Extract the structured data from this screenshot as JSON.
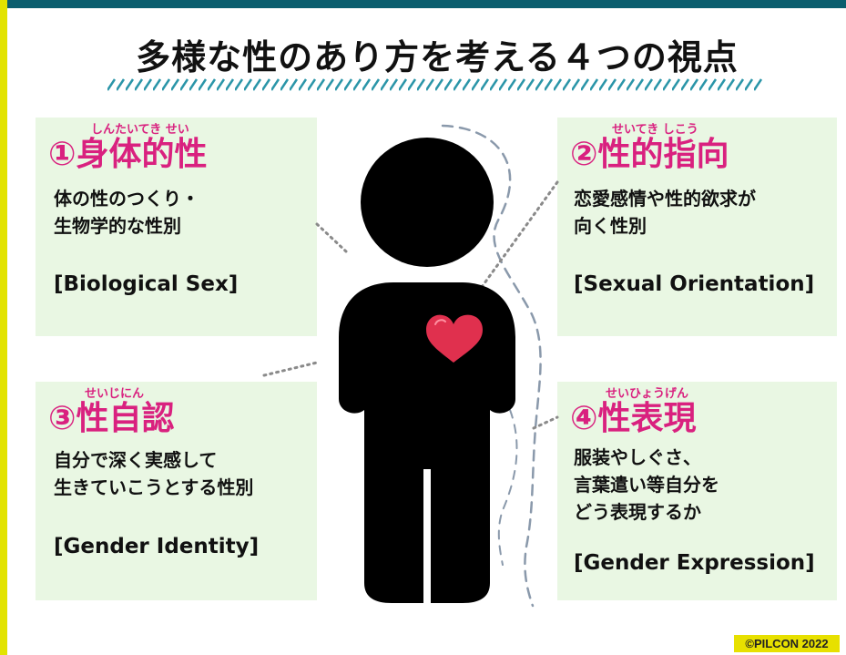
{
  "title": "多様な性のあり方を考える４つの視点",
  "credit": "©PILCON 2022",
  "colors": {
    "accent": "#d9217f",
    "box_bg": "#e9f7e3",
    "top_bar": "#0b5e6e",
    "left_bar": "#e2e300",
    "heart": "#e0304e"
  },
  "icons": [
    "person-silhouette",
    "heart-icon"
  ],
  "boxes": [
    {
      "ruby": "しんたいてき せい",
      "heading": "①身体的性",
      "desc1": "体の性のつくり・",
      "desc2": "生物学的な性別",
      "desc3": "",
      "english": "[Biological Sex]"
    },
    {
      "ruby": "せいてき しこう",
      "heading": "②性的指向",
      "desc1": "恋愛感情や性的欲求が",
      "desc2": "向く性別",
      "desc3": "",
      "english": "[Sexual Orientation]"
    },
    {
      "ruby": "せいじにん",
      "heading": "③性自認",
      "desc1": "自分で深く実感して",
      "desc2": "生きていこうとする性別",
      "desc3": "",
      "english": "[Gender Identity]"
    },
    {
      "ruby": "せいひょうげん",
      "heading": "④性表現",
      "desc1": "服装やしぐさ、",
      "desc2": "言葉遣い等自分を",
      "desc3": "どう表現するか",
      "english": "[Gender Expression]"
    }
  ]
}
